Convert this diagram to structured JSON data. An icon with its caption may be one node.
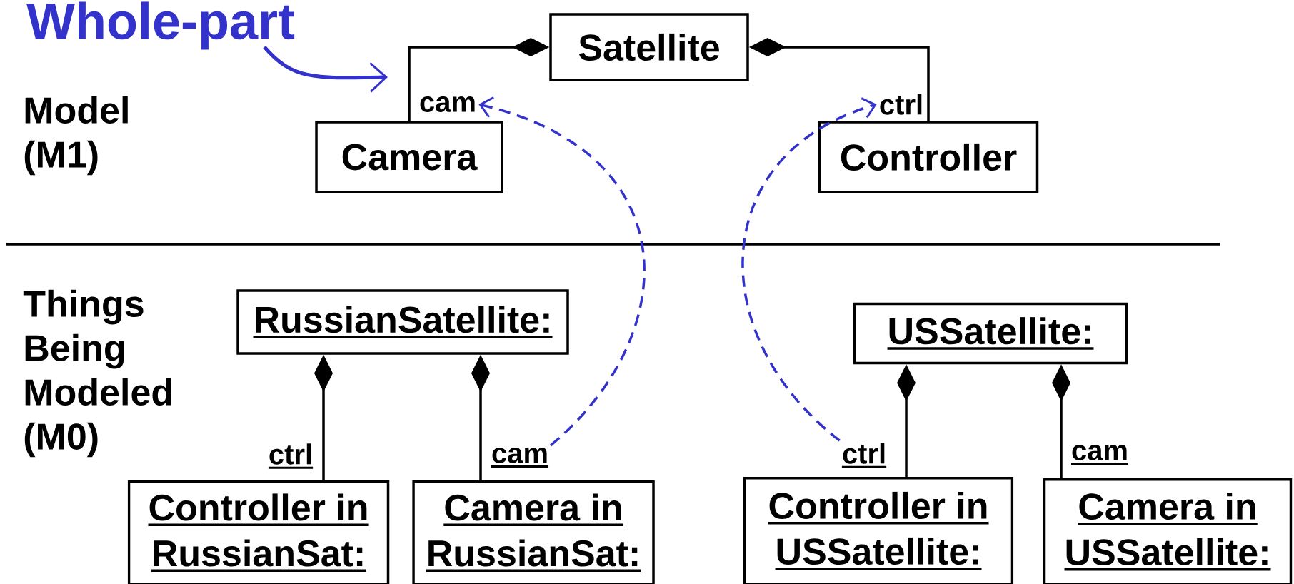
{
  "diagram": {
    "nodes": [
      {
        "text": [
          "Whole-part"
        ]
      },
      {
        "text": [
          "Satellite"
        ]
      },
      {
        "text": [
          "Camera"
        ]
      },
      {
        "text": [
          "Controller"
        ]
      },
      {
        "text": [
          "cam"
        ]
      },
      {
        "text": [
          "ctrl"
        ]
      },
      {
        "text": [
          "RussianSatellite:"
        ]
      },
      {
        "text": [
          "USSatellite:"
        ]
      },
      {
        "text": [
          "cam"
        ]
      },
      {
        "text": [
          "ctrl"
        ]
      },
      {
        "text": [
          "Controller in RussianSat:"
        ]
      },
      {
        "text": [
          "Camera in RussianSat:"
        ]
      },
      {
        "text": [
          "Controller in USSatellite:"
        ]
      },
      {
        "text": [
          "Camera in USSatellite:"
        ]
      }
    ],
    "edges": [
      {
        "from": 0,
        "to": null,
        "arrow": "to",
        "color": "#3333cc"
      },
      {
        "from": 1,
        "to": 2,
        "arrow": "other"
      },
      {
        "from": 1,
        "to": 3,
        "arrow": "other"
      },
      {
        "from": 6,
        "to": 10,
        "arrow": "other",
        "label": "ctrl"
      },
      {
        "from": 6,
        "to": 11,
        "arrow": "other"
      },
      {
        "from": 7,
        "to": 12,
        "arrow": "other"
      },
      {
        "from": 7,
        "to": 13,
        "arrow": "other",
        "label": "cam"
      },
      {
        "from": 8,
        "to": 4,
        "arrow": "to",
        "style": "dashed",
        "color": "#3333cc"
      },
      {
        "from": 9,
        "to": 5,
        "arrow": "to",
        "style": "dashed",
        "color": "#3333cc"
      }
    ],
    "labels": [
      "Model (M1)",
      "Things Being Modeled (M0)"
    ]
  }
}
